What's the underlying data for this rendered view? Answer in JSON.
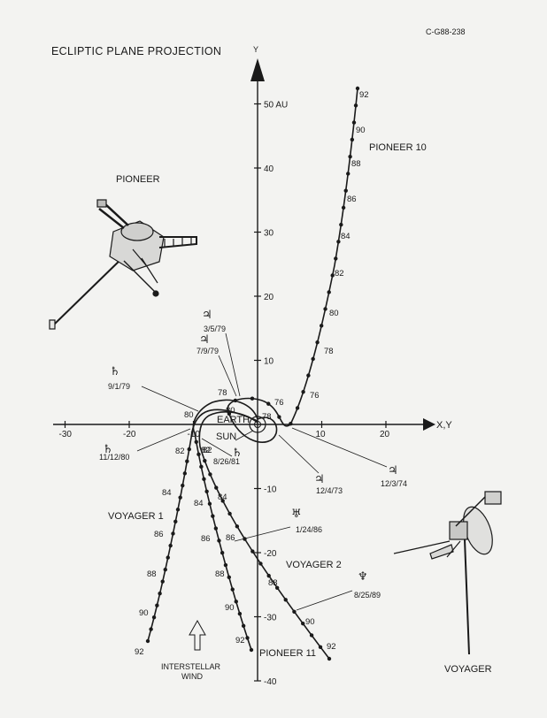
{
  "header": {
    "code": "C-G88-238",
    "title": "ECLIPTIC PLANE PROJECTION"
  },
  "axes": {
    "x_label": "X,Y",
    "y_label": "Y",
    "x_ticks": [
      "-30",
      "-20",
      "-10",
      "10",
      "20"
    ],
    "y_ticks": [
      "50 AU",
      "40",
      "30",
      "20",
      "10",
      "-10",
      "-20",
      "-30",
      "-40"
    ],
    "y_tick_values": [
      50,
      40,
      30,
      20,
      10,
      -10,
      -20,
      -30,
      -40
    ],
    "x_tick_values": [
      -30,
      -20,
      -10,
      10,
      20
    ]
  },
  "bodies": {
    "earth": "EARTH",
    "sun": "SUN"
  },
  "spacecraft_labels": {
    "pioneer10": "PIONEER 10",
    "pioneer11": "PIONEER 11",
    "voyager1": "VOYAGER 1",
    "voyager2": "VOYAGER 2",
    "pioneer_craft": "PIONEER",
    "voyager_craft": "VOYAGER"
  },
  "encounters": {
    "jupiter_p10": "12/3/74",
    "jupiter_p11": "12/4/73",
    "jupiter_v1": "3/5/79",
    "jupiter_v2": "7/9/79",
    "saturn_p11": "9/1/79",
    "saturn_v1": "11/12/80",
    "saturn_v2": "8/26/81",
    "uranus_v2": "1/24/86",
    "neptune_v2": "8/25/89"
  },
  "planet_symbols": {
    "jupiter": "♃",
    "saturn": "♄",
    "uranus": "♅",
    "neptune": "♆"
  },
  "wind": {
    "line1": "INTERSTELLAR",
    "line2": "WIND"
  },
  "year_marks": {
    "pioneer10": [
      "92",
      "90",
      "88",
      "86",
      "84",
      "82",
      "80",
      "78",
      "76",
      "76",
      "78"
    ],
    "pioneer11": [
      "78",
      "80",
      "82",
      "84",
      "86",
      "88",
      "90",
      "92"
    ],
    "voyager1": [
      "80",
      "82",
      "84",
      "86",
      "88",
      "90",
      "92"
    ],
    "voyager2": [
      "82",
      "84",
      "86",
      "88",
      "90",
      "92"
    ]
  }
}
